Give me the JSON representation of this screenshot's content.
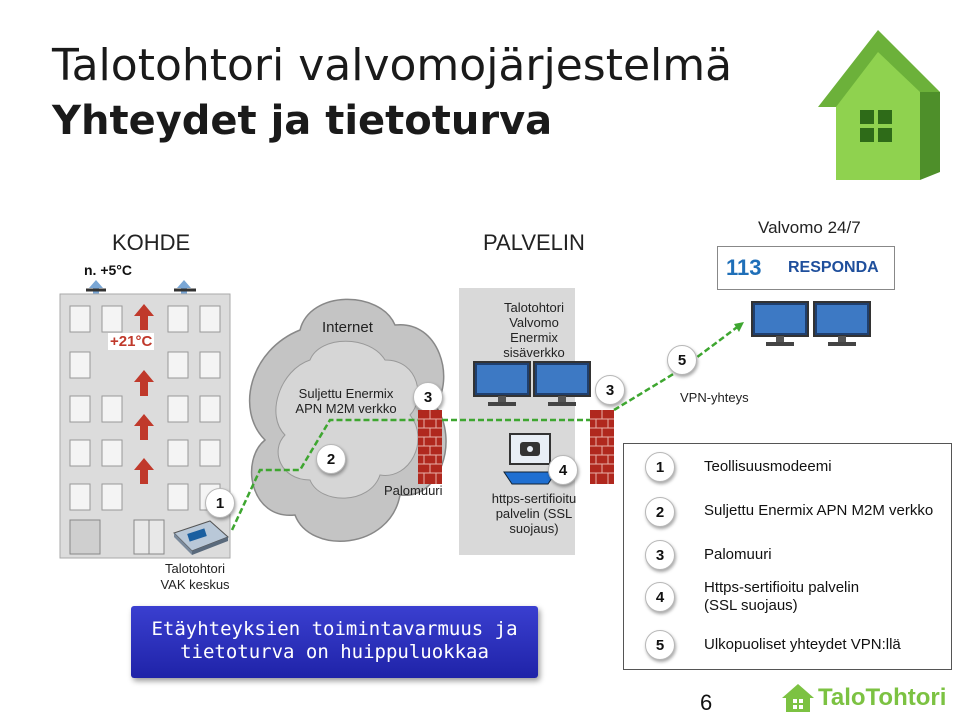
{
  "header": {
    "title_line1": "Talotohtori valvomojärjestelmä",
    "title_line2": "Yhteydet ja tietoturva"
  },
  "sections": {
    "kohde": "KOHDE",
    "palvelin": "PALVELIN",
    "valvomo": "Valvomo 24/7"
  },
  "building": {
    "outdoor_temp": "n. +5°C",
    "indoor_temp": "+21°C",
    "caption_line1": "Talotohtori",
    "caption_line2": "VAK keskus"
  },
  "cloud": {
    "internet": "Internet",
    "apn_line1": "Suljettu Enermix",
    "apn_line2": "APN M2M verkko",
    "firewall": "Palomuuri"
  },
  "server": {
    "network_line1": "Talotohtori",
    "network_line2": "Valvomo",
    "network_line3": "Enermix",
    "network_line4": "sisäverkko",
    "https_line1": "https-sertifioitu",
    "https_line2": "palvelin (SSL",
    "https_line3": "suojaus)"
  },
  "valvomo": {
    "logo_number": "113",
    "logo_brand": "RESPONDA",
    "vpn": "VPN-yhteys"
  },
  "badges": {
    "b1": "1",
    "b2": "2",
    "b3a": "3",
    "b3b": "3",
    "b4": "4",
    "b5": "5"
  },
  "legend": [
    {
      "num": "1",
      "text": "Teollisuusmodeemi"
    },
    {
      "num": "2",
      "text": "Suljettu Enermix APN M2M verkko"
    },
    {
      "num": "3",
      "text": "Palomuuri"
    },
    {
      "num": "4",
      "text_line1": "Https-sertifioitu palvelin",
      "text_line2": "(SSL suojaus)"
    },
    {
      "num": "5",
      "text": "Ulkopuoliset yhteydet VPN:llä"
    }
  ],
  "banner": {
    "line1": "Etäyhteyksien toimintavarmuus ja",
    "line2": "tietoturva on huippuluokkaa"
  },
  "footer": {
    "page_number": "6",
    "brand": "TaloTohtori"
  },
  "colors": {
    "house_green": "#7cc242",
    "banner_blue": "#2a2fc0",
    "firewall_red": "#b0281e",
    "vpn_green": "#3ea630"
  }
}
